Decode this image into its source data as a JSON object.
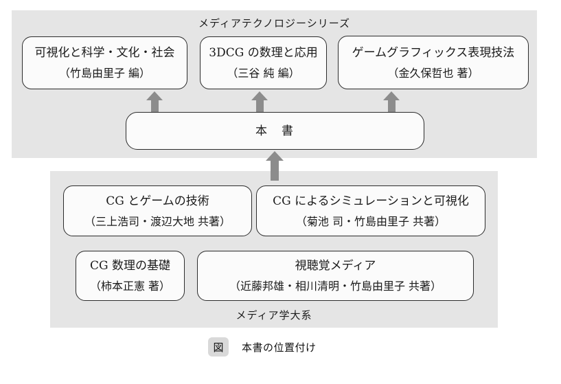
{
  "figure": {
    "top_series": {
      "label": "メディアテクノロジーシリーズ",
      "books": [
        {
          "title": "可視化と科学・文化・社会",
          "author": "（竹島由里子 編）"
        },
        {
          "title": "3DCG の数理と応用",
          "author": "（三谷 純 編）"
        },
        {
          "title": "ゲームグラフィックス表現技法",
          "author": "（金久保哲也 著）"
        }
      ]
    },
    "this_book": {
      "label": "本　書"
    },
    "bottom_series": {
      "label": "メディア学大系",
      "books": [
        {
          "title": "CG とゲームの技術",
          "author": "（三上浩司・渡辺大地 共著）"
        },
        {
          "title": "CG によるシミュレーションと可視化",
          "author": "（菊池 司・竹島由里子 共著）"
        },
        {
          "title": "CG 数理の基礎",
          "author": "（柿本正憲 著）"
        },
        {
          "title": "視聴覚メディア",
          "author": "（近藤邦雄・相川清明・竹島由里子 共著）"
        }
      ]
    },
    "caption": {
      "badge": "図",
      "text": "本書の位置付け"
    }
  },
  "colors": {
    "panel": "#e5e5e5",
    "box-fill": "#fbfbfb",
    "box-border": "#2b2b2b",
    "arrow": "#8c8c8c",
    "badge": "#d9d9d9",
    "ink": "#1a1a1a"
  }
}
